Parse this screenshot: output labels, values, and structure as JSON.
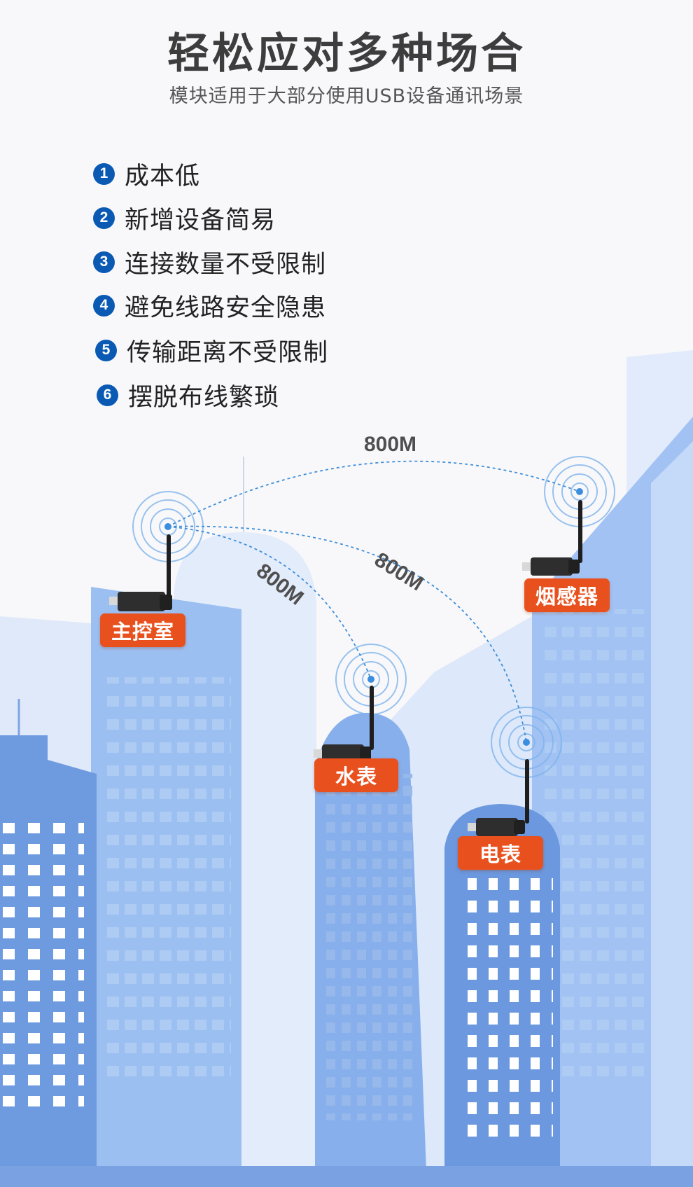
{
  "header": {
    "title": "轻松应对多种场合",
    "subtitle": "模块适用于大部分使用USB设备通讯场景"
  },
  "features": [
    {
      "num": "1",
      "text": "成本低"
    },
    {
      "num": "2",
      "text": "新增设备简易"
    },
    {
      "num": "3",
      "text": "连接数量不受限制"
    },
    {
      "num": "4",
      "text": "避免线路安全隐患"
    },
    {
      "num": "5",
      "text": "传输距离不受限制"
    },
    {
      "num": "6",
      "text": "摆脱布线繁琐"
    }
  ],
  "distances": {
    "top": "800M",
    "water": "800M",
    "meter": "800M"
  },
  "devices": {
    "control_room": "主控室",
    "water_meter": "水表",
    "electric_meter": "电表",
    "smoke_detector": "烟感器"
  },
  "colors": {
    "accent": "#0a5ab4",
    "tag": "#e8511e",
    "sky_light": "#dde9fb",
    "building_mid": "#8fb5ee",
    "building_dark": "#6b98df"
  },
  "icons": [
    "usb-wireless-adapter-icon",
    "signal-wave-icon"
  ]
}
